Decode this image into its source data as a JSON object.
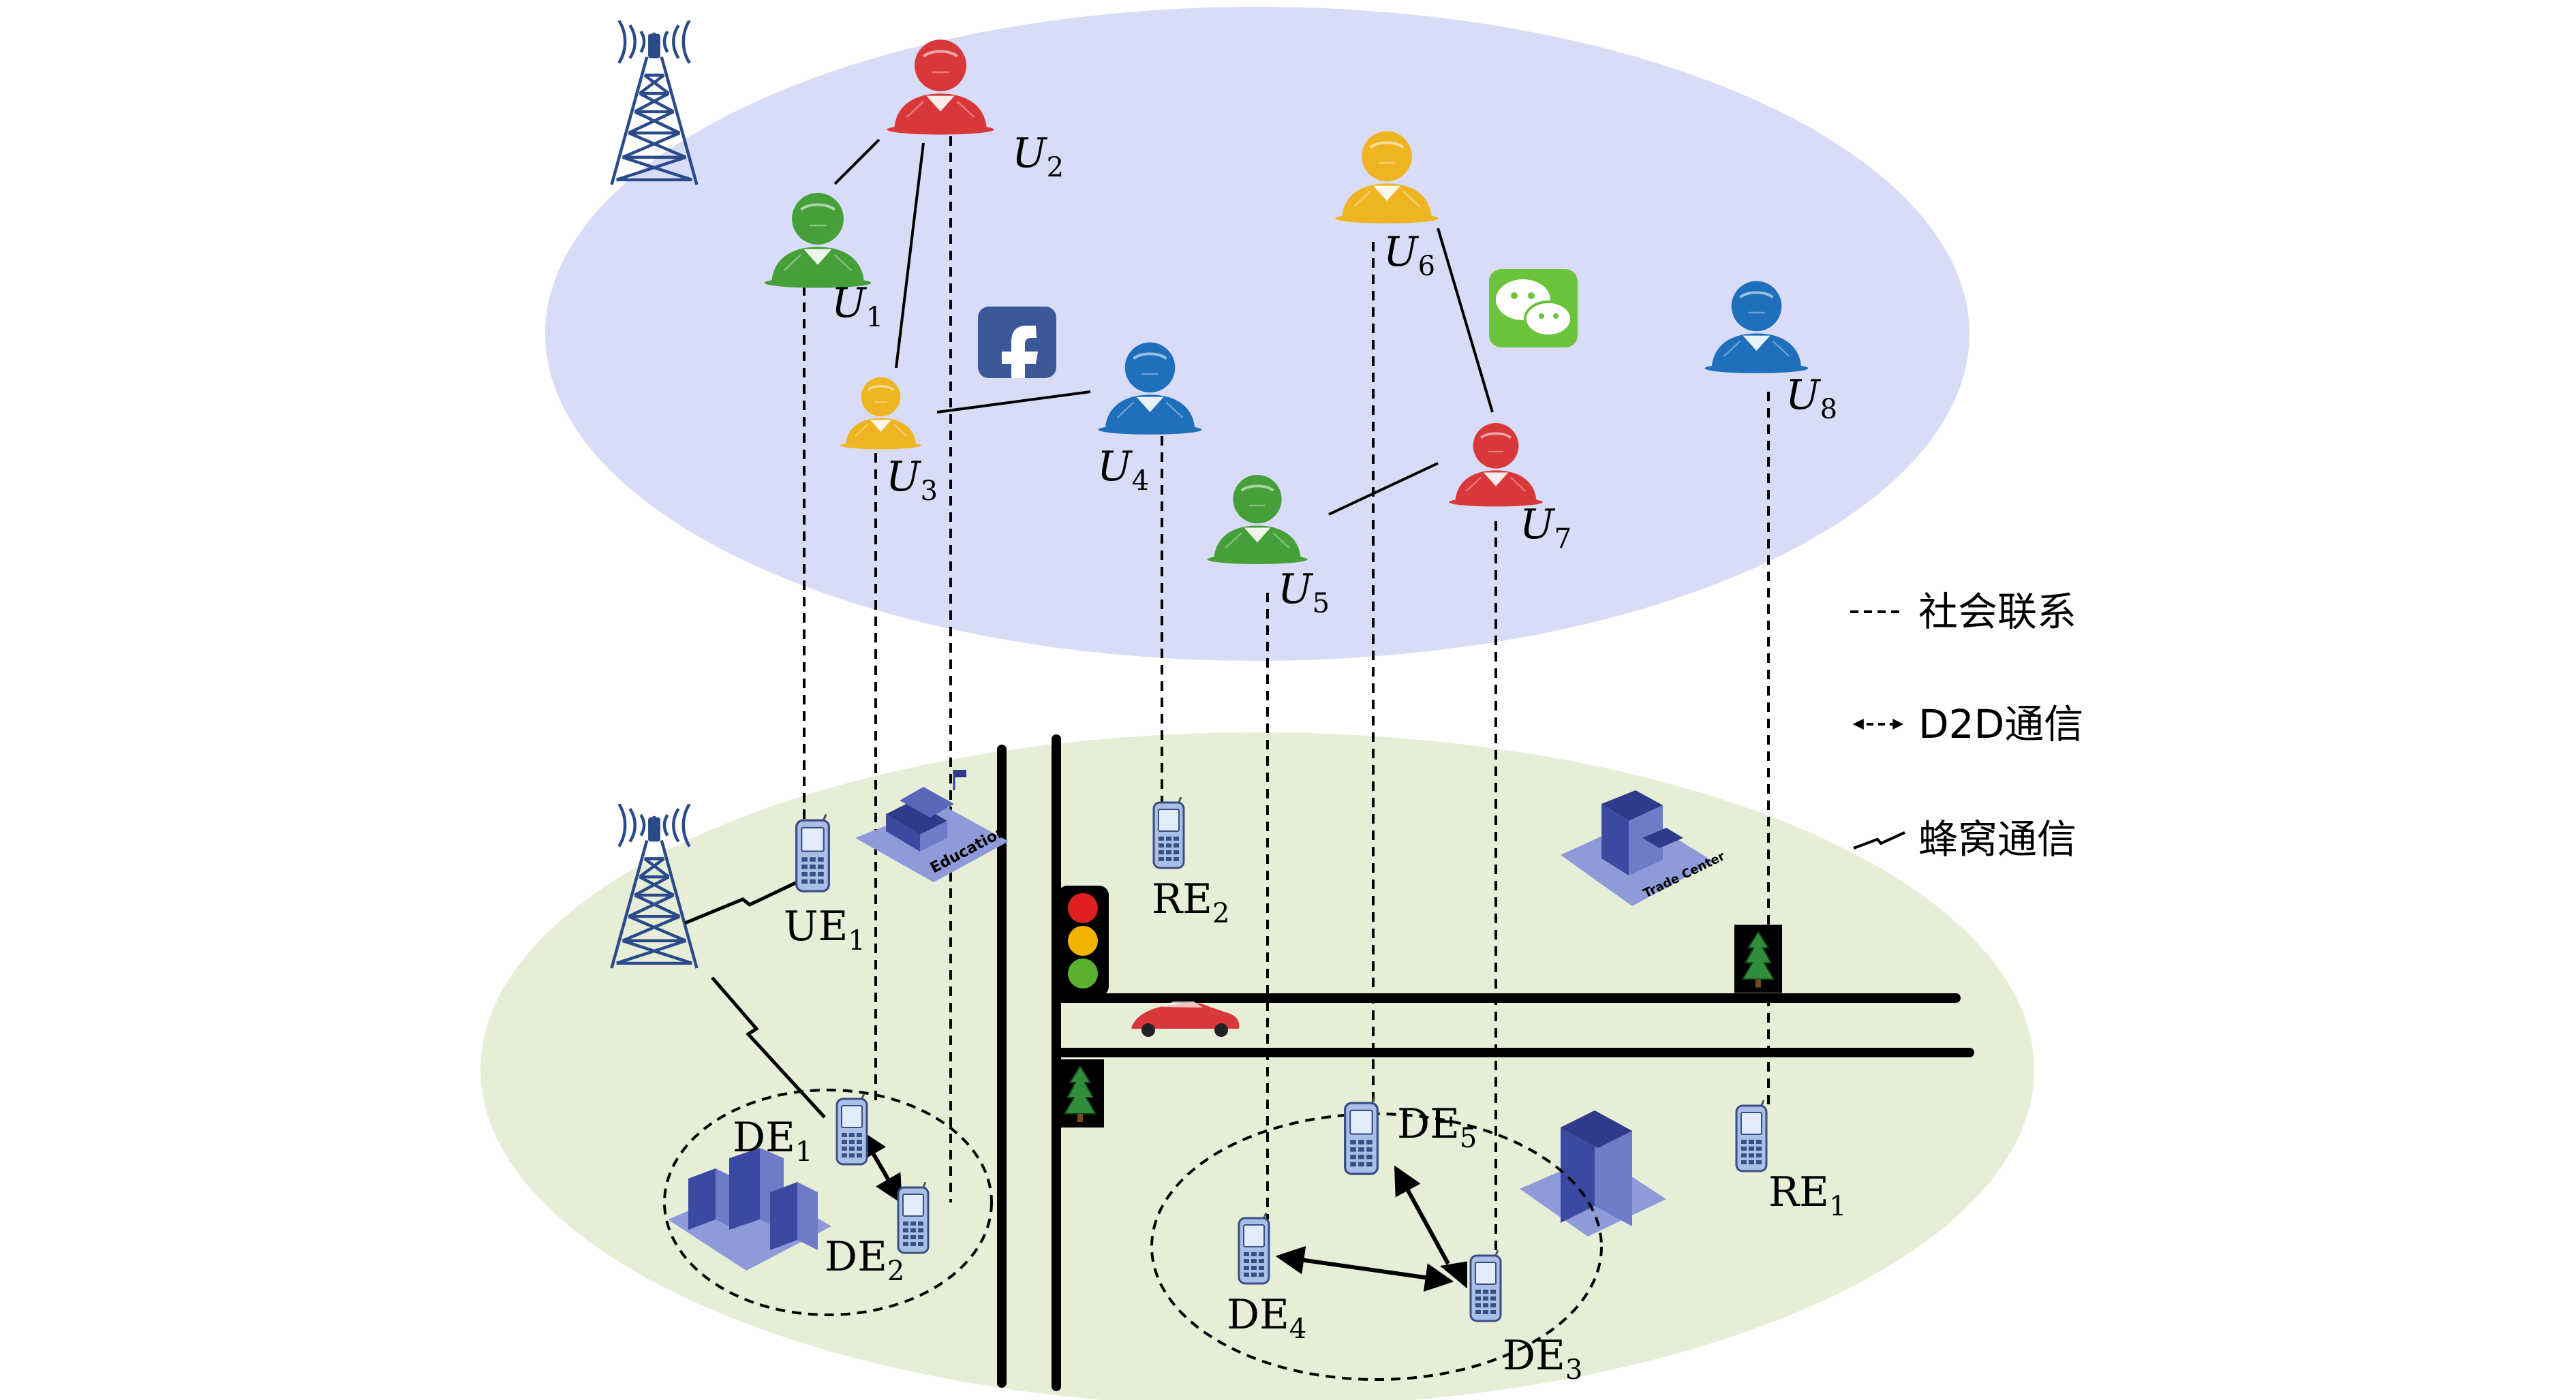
{
  "colors": {
    "social_layer": "#d8dcf6",
    "physical_layer": "#e6eed8",
    "user_red": "#d9383a",
    "user_yellow": "#eeb422",
    "user_green": "#46a03a",
    "user_blue": "#1f6fbd",
    "device": "#a9bfe6",
    "building": "#5a66b8"
  },
  "users": [
    {
      "id": "U1",
      "letter": "U",
      "sub": "1",
      "color": "green"
    },
    {
      "id": "U2",
      "letter": "U",
      "sub": "2",
      "color": "red"
    },
    {
      "id": "U3",
      "letter": "U",
      "sub": "3",
      "color": "yellow"
    },
    {
      "id": "U4",
      "letter": "U",
      "sub": "4",
      "color": "blue"
    },
    {
      "id": "U5",
      "letter": "U",
      "sub": "5",
      "color": "green"
    },
    {
      "id": "U6",
      "letter": "U",
      "sub": "6",
      "color": "yellow"
    },
    {
      "id": "U7",
      "letter": "U",
      "sub": "7",
      "color": "red"
    },
    {
      "id": "U8",
      "letter": "U",
      "sub": "8",
      "color": "blue"
    }
  ],
  "devices": [
    {
      "id": "UE1",
      "base": "UE",
      "sub": "1"
    },
    {
      "id": "RE2",
      "base": "RE",
      "sub": "2"
    },
    {
      "id": "DE1",
      "base": "DE",
      "sub": "1"
    },
    {
      "id": "DE2",
      "base": "DE",
      "sub": "2"
    },
    {
      "id": "DE5",
      "base": "DE",
      "sub": "5"
    },
    {
      "id": "DE4",
      "base": "DE",
      "sub": "4"
    },
    {
      "id": "DE3",
      "base": "DE",
      "sub": "3"
    },
    {
      "id": "RE1",
      "base": "RE",
      "sub": "1"
    }
  ],
  "buildings": {
    "education_sign": "Education",
    "trade_sign": "Trade Center"
  },
  "legend": [
    {
      "type": "dashed",
      "label": "社会联系"
    },
    {
      "type": "d2d",
      "label": "D2D通信"
    },
    {
      "type": "cellular",
      "label": "蜂窝通信"
    }
  ]
}
